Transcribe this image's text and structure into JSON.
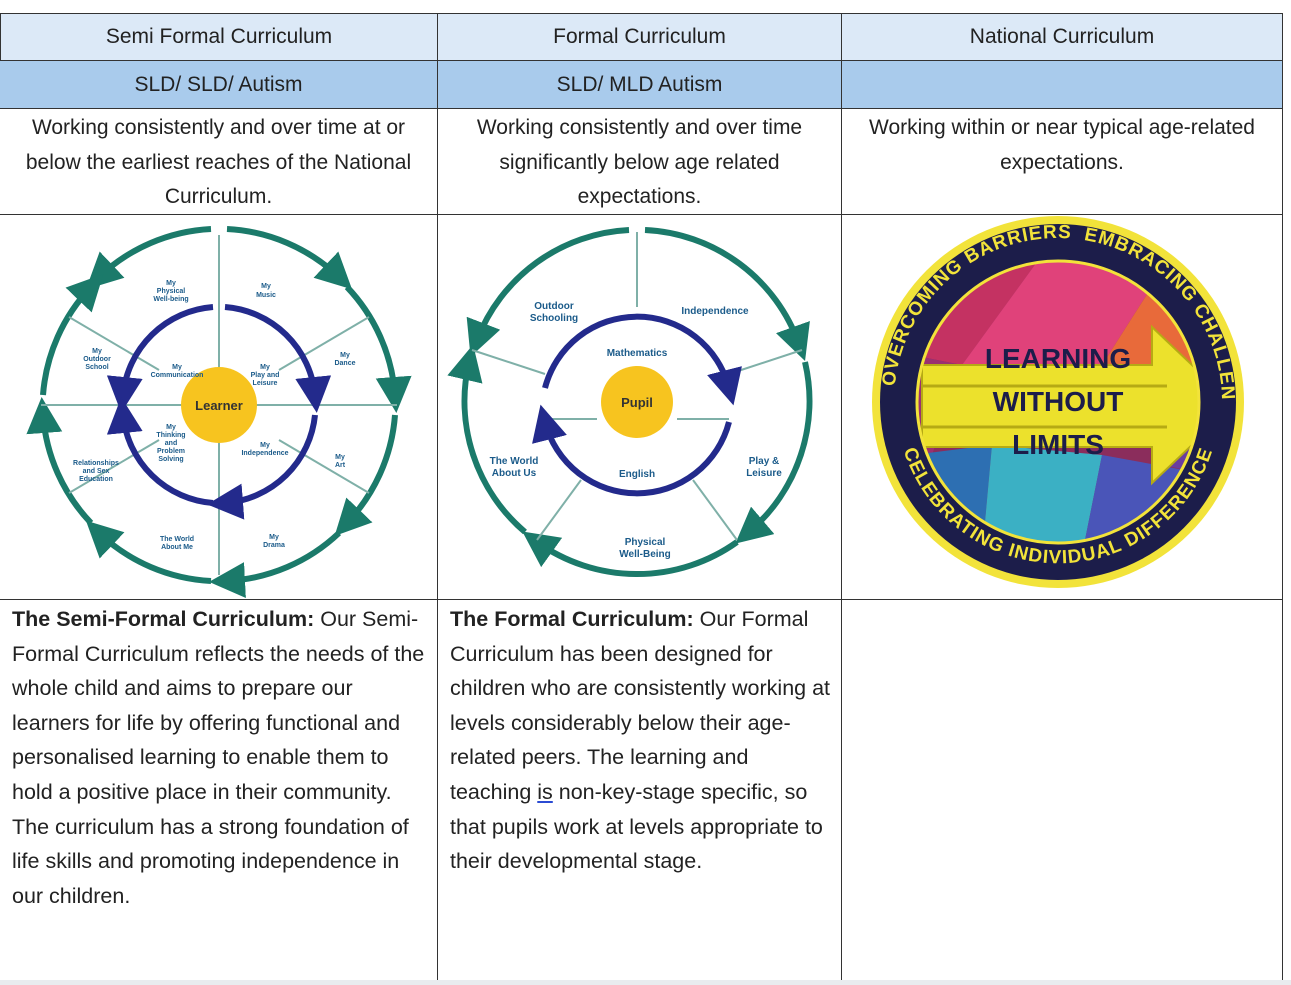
{
  "header": {
    "col1": "Semi Formal Curriculum",
    "col2": "Formal Curriculum",
    "col3": "National Curriculum"
  },
  "subheader": {
    "col1": "SLD/ SLD/ Autism",
    "col2": "SLD/ MLD Autism",
    "col3": ""
  },
  "descriptions": {
    "col1": "Working consistently and over time at or below the earliest reaches of the National Curriculum.",
    "col2": "Working consistently and over time significantly below age related expectations.",
    "col3": "Working within or near typical age-related expectations."
  },
  "semi_formal_diagram": {
    "center": "Learner",
    "outer": [
      "My Physical Well-being",
      "My Music",
      "My Dance",
      "My Art",
      "My Drama",
      "The World About Me",
      "Relationships and Sex Education",
      "My Outdoor School"
    ],
    "inner": [
      "My Communication",
      "My Play and Leisure",
      "My Independence",
      "My Thinking and Problem Solving"
    ]
  },
  "formal_diagram": {
    "center": "Pupil",
    "outer": [
      "Outdoor Schooling",
      "Independence",
      "Play & Leisure",
      "Physical Well-Being",
      "The World About Us"
    ],
    "inner": [
      "Mathematics",
      "English"
    ]
  },
  "badge": {
    "arc_top_left": "OVERCOMING BARRIERS",
    "arc_top_right": "EMBRACING CHALLENGE",
    "arc_bottom": "CELEBRATING INDIVIDUAL DIFFERENCE",
    "line1": "LEARNING",
    "line2": "WITHOUT",
    "line3": "LIMITS"
  },
  "body": {
    "semi_bold": "The Semi-Formal Curriculum:",
    "semi_text": " Our Semi-Formal Curriculum reflects the needs of the whole child and aims to prepare our learners for life by offering functional and personalised learning to enable them to hold a positive place in their community. The curriculum has a strong foundation of life skills and promoting independence in our children.",
    "formal_bold": "The Formal Curriculum:",
    "formal_text1": " Our Formal Curriculum has been designed for children who are consistently working at levels considerably below their age-related peers. The learning and teaching ",
    "formal_is": "is",
    "formal_text2": " non-key-stage specific, so that pupils work at levels appropriate to their developmental stage."
  },
  "colors": {
    "header_light": "#dce9f7",
    "header_mid": "#a9cbec",
    "teal": "#1b7a6a",
    "navy": "#232a8c",
    "yellow": "#f7c41f"
  }
}
